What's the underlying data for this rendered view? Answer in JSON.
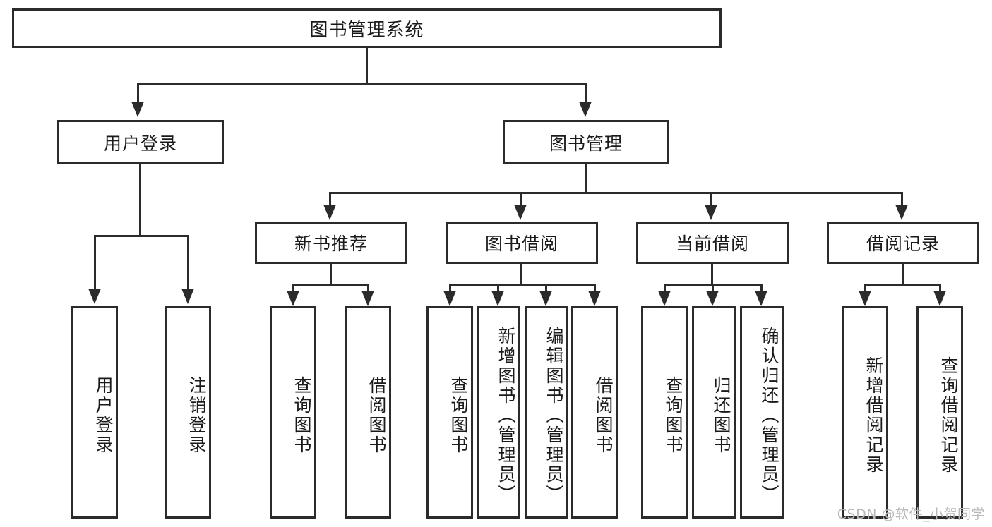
{
  "diagram": {
    "type": "tree-hierarchy",
    "title": "图书管理系统",
    "watermark": "CSDN @软件_小贺同学",
    "colors": {
      "stroke": "#2b2b2b",
      "fill": "#ffffff",
      "text": "#1a1a1a",
      "watermark": "#b9b9b9",
      "background": "#ffffff"
    },
    "nodes": {
      "root": {
        "label": "图书管理系统",
        "level": 1,
        "orientation": "horizontal"
      },
      "l2": [
        {
          "id": "user-login",
          "label": "用户登录",
          "level": 2,
          "orientation": "horizontal"
        },
        {
          "id": "book-manage",
          "label": "图书管理",
          "level": 2,
          "orientation": "horizontal"
        }
      ],
      "l3": [
        {
          "id": "new-book-rec",
          "label": "新书推荐",
          "level": 3,
          "orientation": "horizontal"
        },
        {
          "id": "book-borrow",
          "label": "图书借阅",
          "level": 3,
          "orientation": "horizontal"
        },
        {
          "id": "current-borrow",
          "label": "当前借阅",
          "level": 3,
          "orientation": "horizontal"
        },
        {
          "id": "borrow-record",
          "label": "借阅记录",
          "level": 3,
          "orientation": "horizontal"
        }
      ],
      "leaves": {
        "user_login": [
          {
            "id": "leaf-user-login",
            "label": "用户登录"
          },
          {
            "id": "leaf-user-logout",
            "label": "注销登录"
          }
        ],
        "new_book_rec": [
          {
            "id": "leaf-query-book-1",
            "label": "查询图书"
          },
          {
            "id": "leaf-borrow-book-1",
            "label": "借阅图书"
          }
        ],
        "book_borrow": [
          {
            "id": "leaf-query-book-2",
            "label": "查询图书"
          },
          {
            "id": "leaf-add-book",
            "label": "新增图书（管理员）"
          },
          {
            "id": "leaf-edit-book",
            "label": "编辑图书（管理员）"
          },
          {
            "id": "leaf-borrow-book-2",
            "label": "借阅图书"
          }
        ],
        "current_borrow": [
          {
            "id": "leaf-query-book-3",
            "label": "查询图书"
          },
          {
            "id": "leaf-return-book",
            "label": "归还图书"
          },
          {
            "id": "leaf-confirm-return",
            "label": "确认归还（管理员）"
          }
        ],
        "borrow_record": [
          {
            "id": "leaf-add-record",
            "label": "新增借阅记录"
          },
          {
            "id": "leaf-query-record",
            "label": "查询借阅记录"
          }
        ]
      }
    }
  }
}
